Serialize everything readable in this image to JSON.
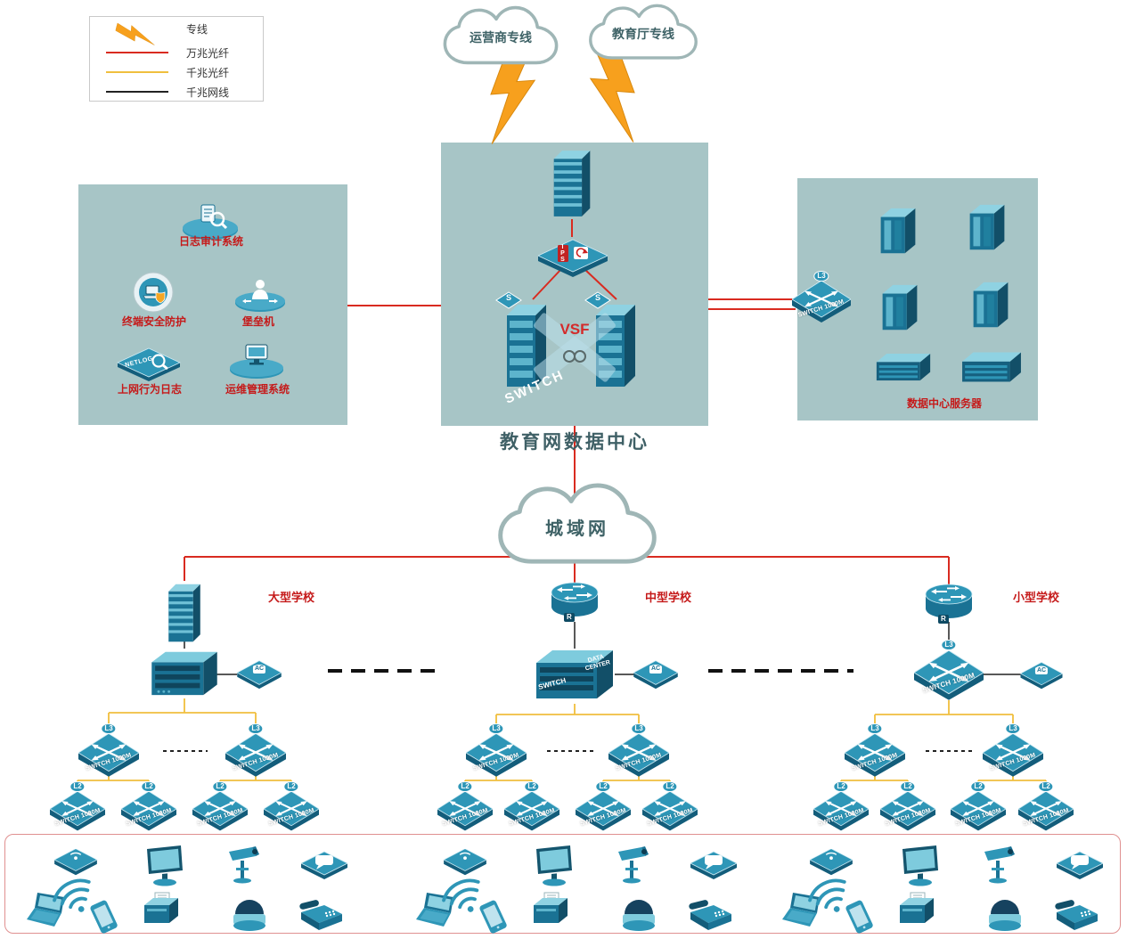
{
  "legend": {
    "items": [
      {
        "id": "dedicated-line",
        "label": "专线"
      },
      {
        "id": "fiber-10g",
        "label": "万兆光纤",
        "color": "#d92b20"
      },
      {
        "id": "fiber-1g",
        "label": "千兆光纤",
        "color": "#f0bf3e"
      },
      {
        "id": "cable-1g",
        "label": "千兆网线",
        "color": "#222222"
      }
    ]
  },
  "clouds": {
    "carrier": "运营商专线",
    "education": "教育厅专线",
    "man": "城域网"
  },
  "datacenter": {
    "title": "教育网数据中心",
    "vsf": "VSF",
    "ips": "IPS",
    "s_badge": "S"
  },
  "security_zone": {
    "items": [
      "日志审计系统",
      "终端安全防护",
      "堡垒机",
      "上网行为日志",
      "运维管理系统"
    ],
    "netlog": "NETLOG"
  },
  "server_zone": {
    "label": "数据中心服务器"
  },
  "labels": {
    "switch_1000m": "SWITCH 1000M",
    "l3": "L3",
    "l2": "L2",
    "ac": "AC",
    "r": "R",
    "switch_word": "SWITCH",
    "data_center": "DATA CENTER"
  },
  "schools": [
    {
      "name": "大型学校"
    },
    {
      "name": "中型学校"
    },
    {
      "name": "小型学校"
    }
  ],
  "colors": {
    "device_teal": "#2e96b7",
    "zone_bg": "#a7c5c6",
    "label_red": "#c51a1a",
    "bolt_orange": "#f7a01d"
  },
  "terminals": [
    "wireless-ap",
    "desktop-monitor",
    "ptz-camera",
    "chat-terminal",
    "laptop",
    "wifi-signal",
    "smartphone",
    "printer",
    "dome-camera",
    "desk-phone"
  ]
}
